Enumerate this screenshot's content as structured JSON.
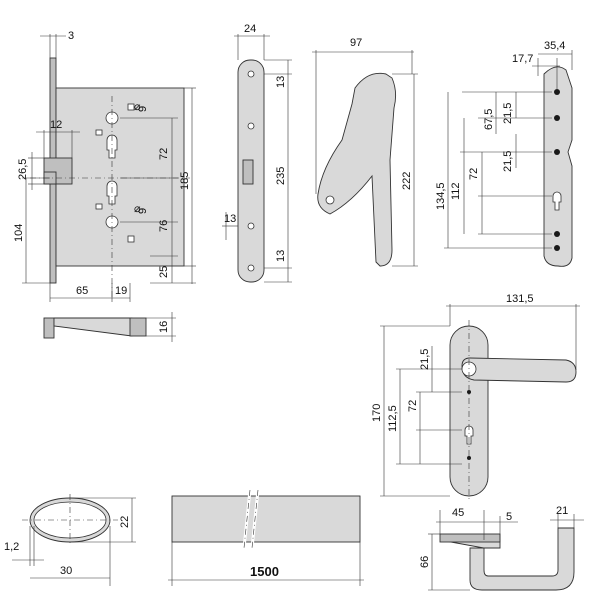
{
  "lock_body": {
    "dim_3": "3",
    "dim_12": "12",
    "dim_26_5": "26,5",
    "dim_104": "104",
    "dim_65": "65",
    "dim_19": "19",
    "dim_9_top": "9",
    "dim_9_bottom": "9",
    "dim_72": "72",
    "dim_76": "76",
    "dim_185": "185",
    "dim_25": "25",
    "dim_16": "16",
    "dia_symbol": "⌀"
  },
  "faceplate": {
    "dim_24": "24",
    "dim_13_top": "13",
    "dim_235": "235",
    "dim_13_left": "13",
    "dim_13_bottom": "13"
  },
  "panic_handle": {
    "dim_97": "97",
    "dim_222": "222"
  },
  "strike_plate": {
    "dim_17_7": "17,7",
    "dim_35_4": "35,4",
    "dim_67_5": "67,5",
    "dim_21_5_a": "21,5",
    "dim_72": "72",
    "dim_21_5_b": "21,5",
    "dim_134_5": "134,5",
    "dim_112": "112"
  },
  "handle_plate": {
    "dim_131_5": "131,5",
    "dim_21_5": "21,5",
    "dim_170": "170",
    "dim_112_5": "112,5",
    "dim_72": "72"
  },
  "oval_section": {
    "dim_22": "22",
    "dim_1_2": "1,2",
    "dim_30": "30"
  },
  "bar": {
    "dim_1500": "1500"
  },
  "lever": {
    "dim_45": "45",
    "dim_5": "5",
    "dim_21": "21",
    "dim_66": "66"
  }
}
